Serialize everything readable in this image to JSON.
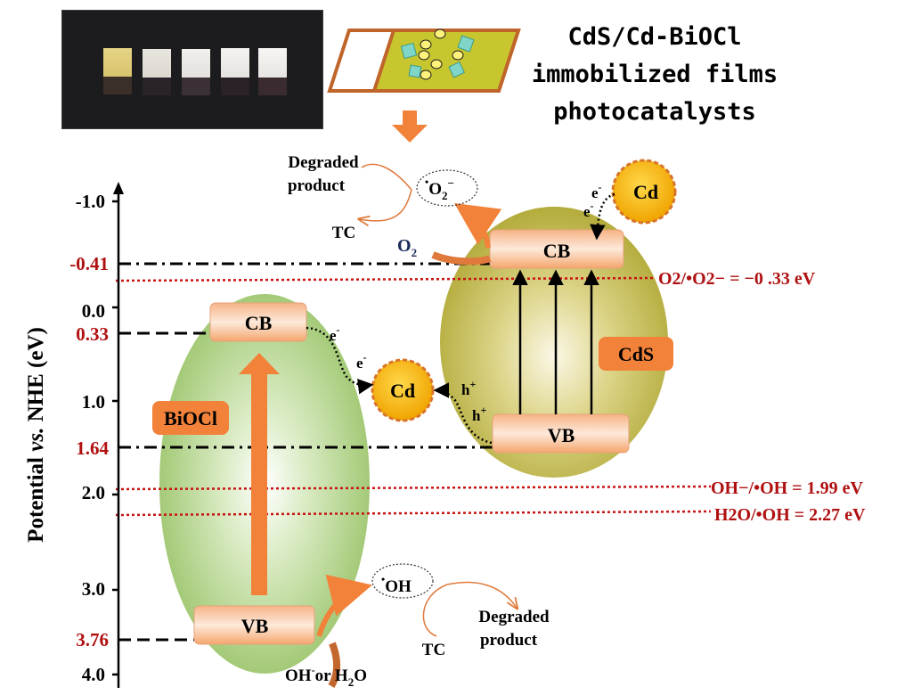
{
  "title_lines": [
    "CdS/Cd-BiOCl",
    "immobilized  films",
    "photocatalysts"
  ],
  "axis": {
    "ylabel_main": "Potential",
    "ylabel_vs": "vs.",
    "ylabel_tail": "NHE (eV)",
    "ticks_black": [
      "-1.0",
      "0.0",
      "1.0",
      "2.0",
      "3.0",
      "4.0"
    ],
    "ticks_red": [
      "-0.41",
      "0.33",
      "1.64",
      "3.76"
    ]
  },
  "bands": {
    "bioc_cb": "CB",
    "bioc_vb": "VB",
    "cds_cb": "CB",
    "cds_vb": "VB"
  },
  "materials": {
    "bioc": "BiOCl",
    "cds": "CdS",
    "cd": "Cd"
  },
  "carriers": {
    "e": "e",
    "h": "h",
    "minus": "-",
    "plus": "+"
  },
  "species": {
    "o2": "O",
    "o2_sub": "2",
    "superoxide_base": "O",
    "superoxide_sub": "2",
    "superoxide_sup": "−",
    "radical_dot": "•",
    "oh_radical": "OH",
    "oh_source_1": "OH",
    "oh_source_2": "or H",
    "oh_source_sub": "2",
    "oh_source_3": "O",
    "tc": "TC",
    "degraded_1": "Degraded",
    "degraded_2": "product"
  },
  "potentials": {
    "o2_line": "O2/•O2− = −0 .33 eV",
    "oh_line": "OH−/•OH = 1.99 eV",
    "h2o_line": "H2O/•OH = 2.27 eV"
  },
  "colors": {
    "red_text": "#b01010",
    "arrow_orange": "#f2823a",
    "band_fill": "#f9c9a6",
    "green_ellipse": "#a9cc7e",
    "olive_ellipse": "#c3bb4c",
    "cd_fill": "#f5b400",
    "label_box": "#f2823a"
  }
}
